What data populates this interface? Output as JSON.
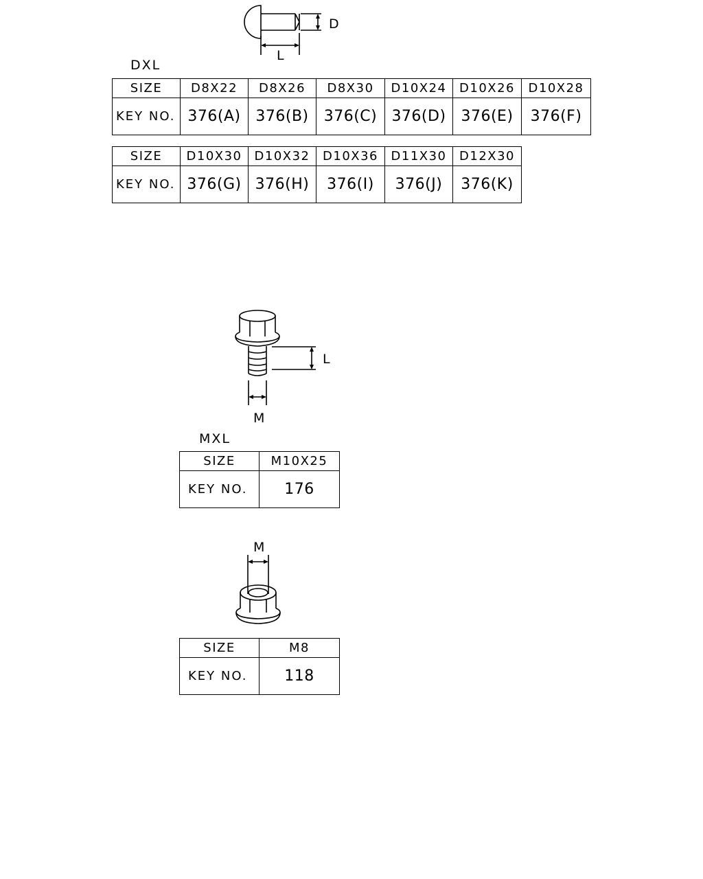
{
  "rivet": {
    "dim_d": "D",
    "dim_l": "L",
    "caption": "DXL",
    "size_label": "SIZE",
    "key_label": "KEY NO.",
    "table1": {
      "sizes": [
        "D8X22",
        "D8X26",
        "D8X30",
        "D10X24",
        "D10X26",
        "D10X28"
      ],
      "keys": [
        "376(A)",
        "376(B)",
        "376(C)",
        "376(D)",
        "376(E)",
        "376(F)"
      ]
    },
    "table2": {
      "sizes": [
        "D10X30",
        "D10X32",
        "D10X36",
        "D11X30",
        "D12X30"
      ],
      "keys": [
        "376(G)",
        "376(H)",
        "376(I)",
        "376(J)",
        "376(K)"
      ]
    }
  },
  "bolt": {
    "dim_l": "L",
    "dim_m": "M",
    "caption": "MXL",
    "size_label": "SIZE",
    "key_label": "KEY NO.",
    "size": "M10X25",
    "key": "176"
  },
  "nut": {
    "dim_m": "M",
    "size_label": "SIZE",
    "key_label": "KEY NO.",
    "size": "M8",
    "key": "118"
  }
}
